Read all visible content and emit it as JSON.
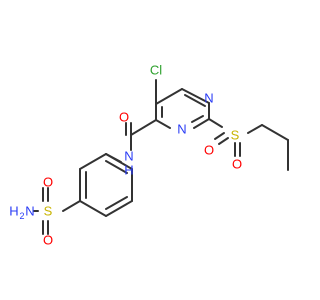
{
  "colors": {
    "bond": "#333333",
    "chlorine": "#2ca02c",
    "nitrogen": "#2a3cf5",
    "oxygen": "#ff0000",
    "sulfur": "#c8b400"
  },
  "labels": {
    "cl": "Cl",
    "n_ring_top": "N",
    "n_ring_bottom": "N",
    "o_amide": "O",
    "nh": "N",
    "h_amide": "H",
    "s_propyl": "S",
    "o_s_propyl_left": "O",
    "o_s_propyl_bottom": "O",
    "s_sulfonamide": "S",
    "o_sulfonamide_top": "O",
    "o_sulfonamide_bottom": "O",
    "h2n": "H",
    "h2n_sub": "2",
    "h2n_n": "N"
  }
}
